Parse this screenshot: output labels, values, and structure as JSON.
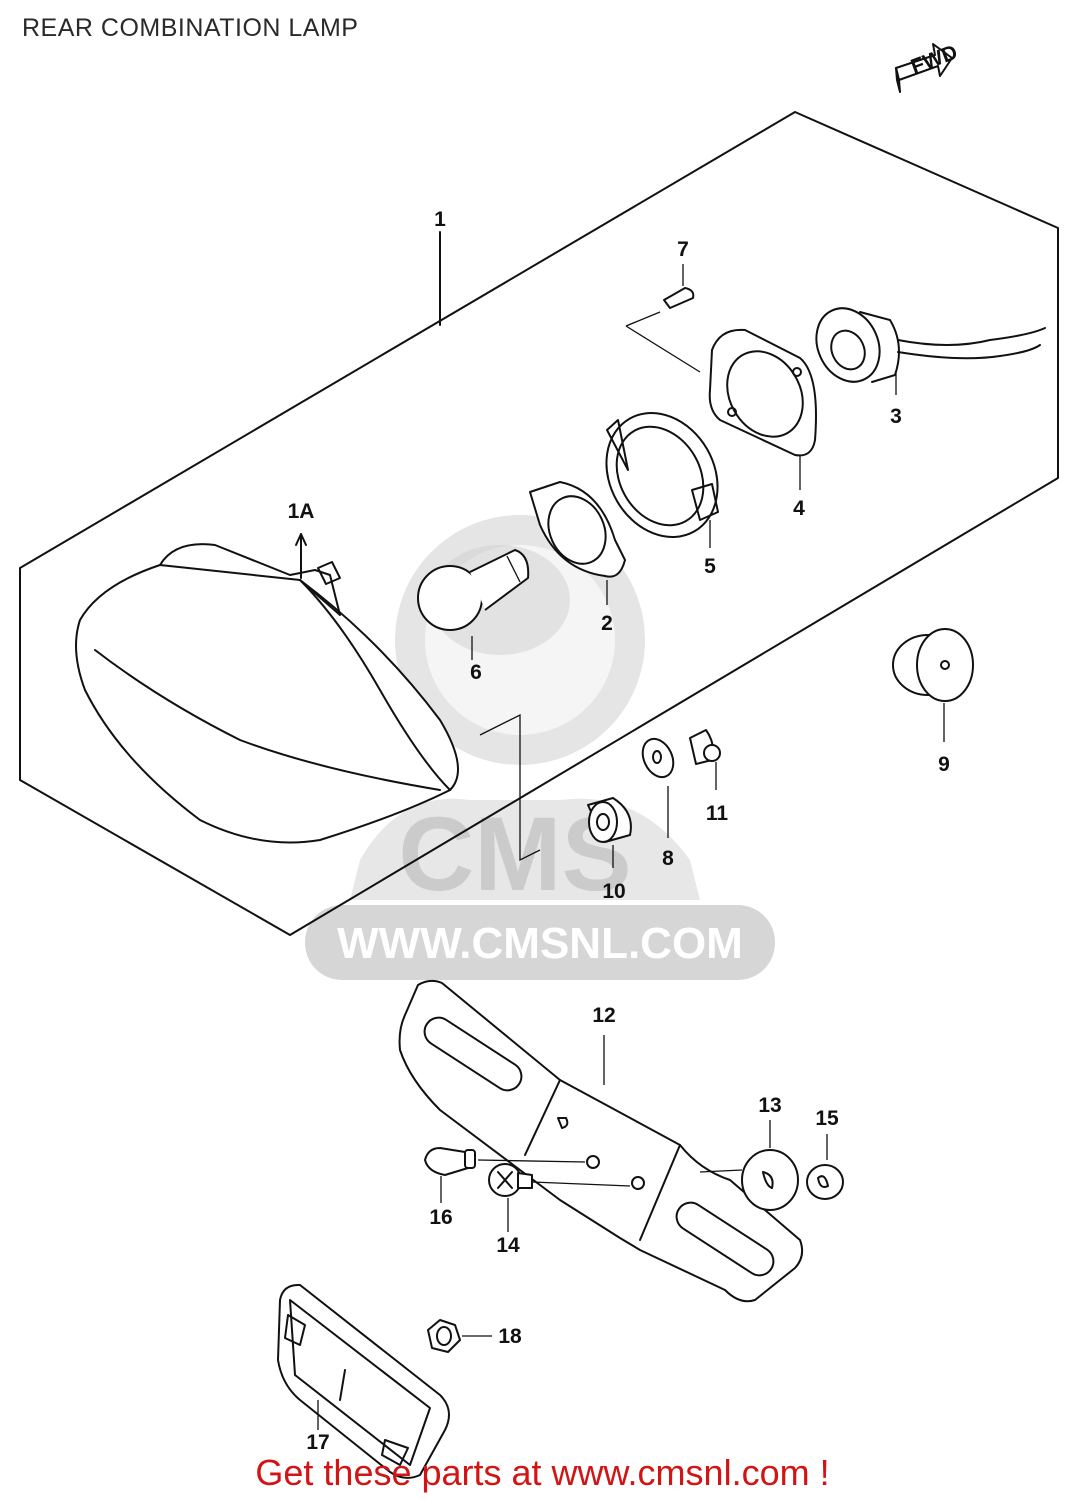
{
  "title": "REAR COMBINATION LAMP",
  "footer": "Get these parts at www.cmsnl.com !",
  "direction_tag": "FWD",
  "watermark": {
    "brand": "CMS",
    "url": "WWW.CMSNL.COM"
  },
  "parts": [
    {
      "id": "1"
    },
    {
      "id": "1A"
    },
    {
      "id": "2"
    },
    {
      "id": "3"
    },
    {
      "id": "4"
    },
    {
      "id": "5"
    },
    {
      "id": "6"
    },
    {
      "id": "7"
    },
    {
      "id": "8"
    },
    {
      "id": "9"
    },
    {
      "id": "10"
    },
    {
      "id": "11"
    },
    {
      "id": "12"
    },
    {
      "id": "13"
    },
    {
      "id": "14"
    },
    {
      "id": "15"
    },
    {
      "id": "16"
    },
    {
      "id": "17"
    },
    {
      "id": "18"
    }
  ],
  "colors": {
    "line": "#111111",
    "footer_text": "#d21414",
    "watermark": "#cfcfcf"
  }
}
